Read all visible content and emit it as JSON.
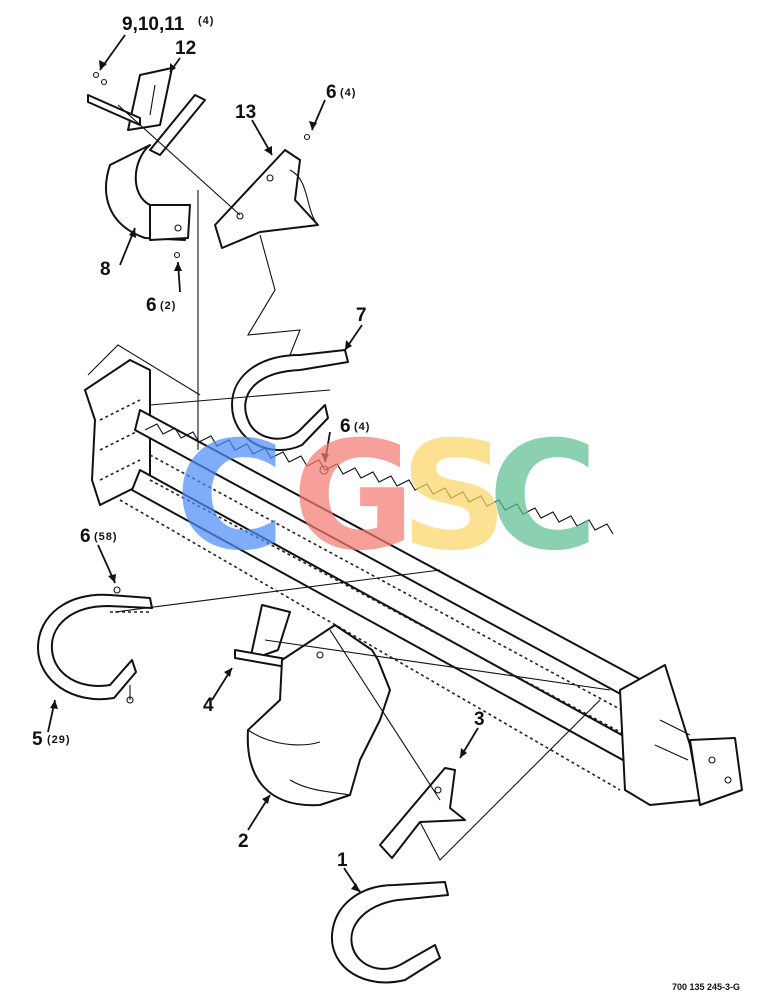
{
  "callouts": [
    {
      "id": "c-9-10-11",
      "text": "9,10,11",
      "qty": "(4)"
    },
    {
      "id": "c-12",
      "text": "12",
      "qty": ""
    },
    {
      "id": "c-13",
      "text": "13",
      "qty": ""
    },
    {
      "id": "c-6-top",
      "text": "6",
      "qty": "(4)"
    },
    {
      "id": "c-8",
      "text": "8",
      "qty": ""
    },
    {
      "id": "c-6-bracket",
      "text": "6",
      "qty": "(2)"
    },
    {
      "id": "c-7",
      "text": "7",
      "qty": ""
    },
    {
      "id": "c-6-mid",
      "text": "6",
      "qty": "(4)"
    },
    {
      "id": "c-6-guard",
      "text": "6",
      "qty": "(58)"
    },
    {
      "id": "c-5",
      "text": "5",
      "qty": "(29)"
    },
    {
      "id": "c-4",
      "text": "4",
      "qty": ""
    },
    {
      "id": "c-3",
      "text": "3",
      "qty": ""
    },
    {
      "id": "c-2",
      "text": "2",
      "qty": ""
    },
    {
      "id": "c-1",
      "text": "1",
      "qty": ""
    }
  ],
  "watermark": {
    "letters": [
      "C",
      "G",
      "S",
      "C"
    ],
    "colors": [
      "#4f8ef7",
      "#f47c73",
      "#fbd66a",
      "#5fbf94"
    ]
  },
  "drawing_ref": "700 135 245-3-G"
}
